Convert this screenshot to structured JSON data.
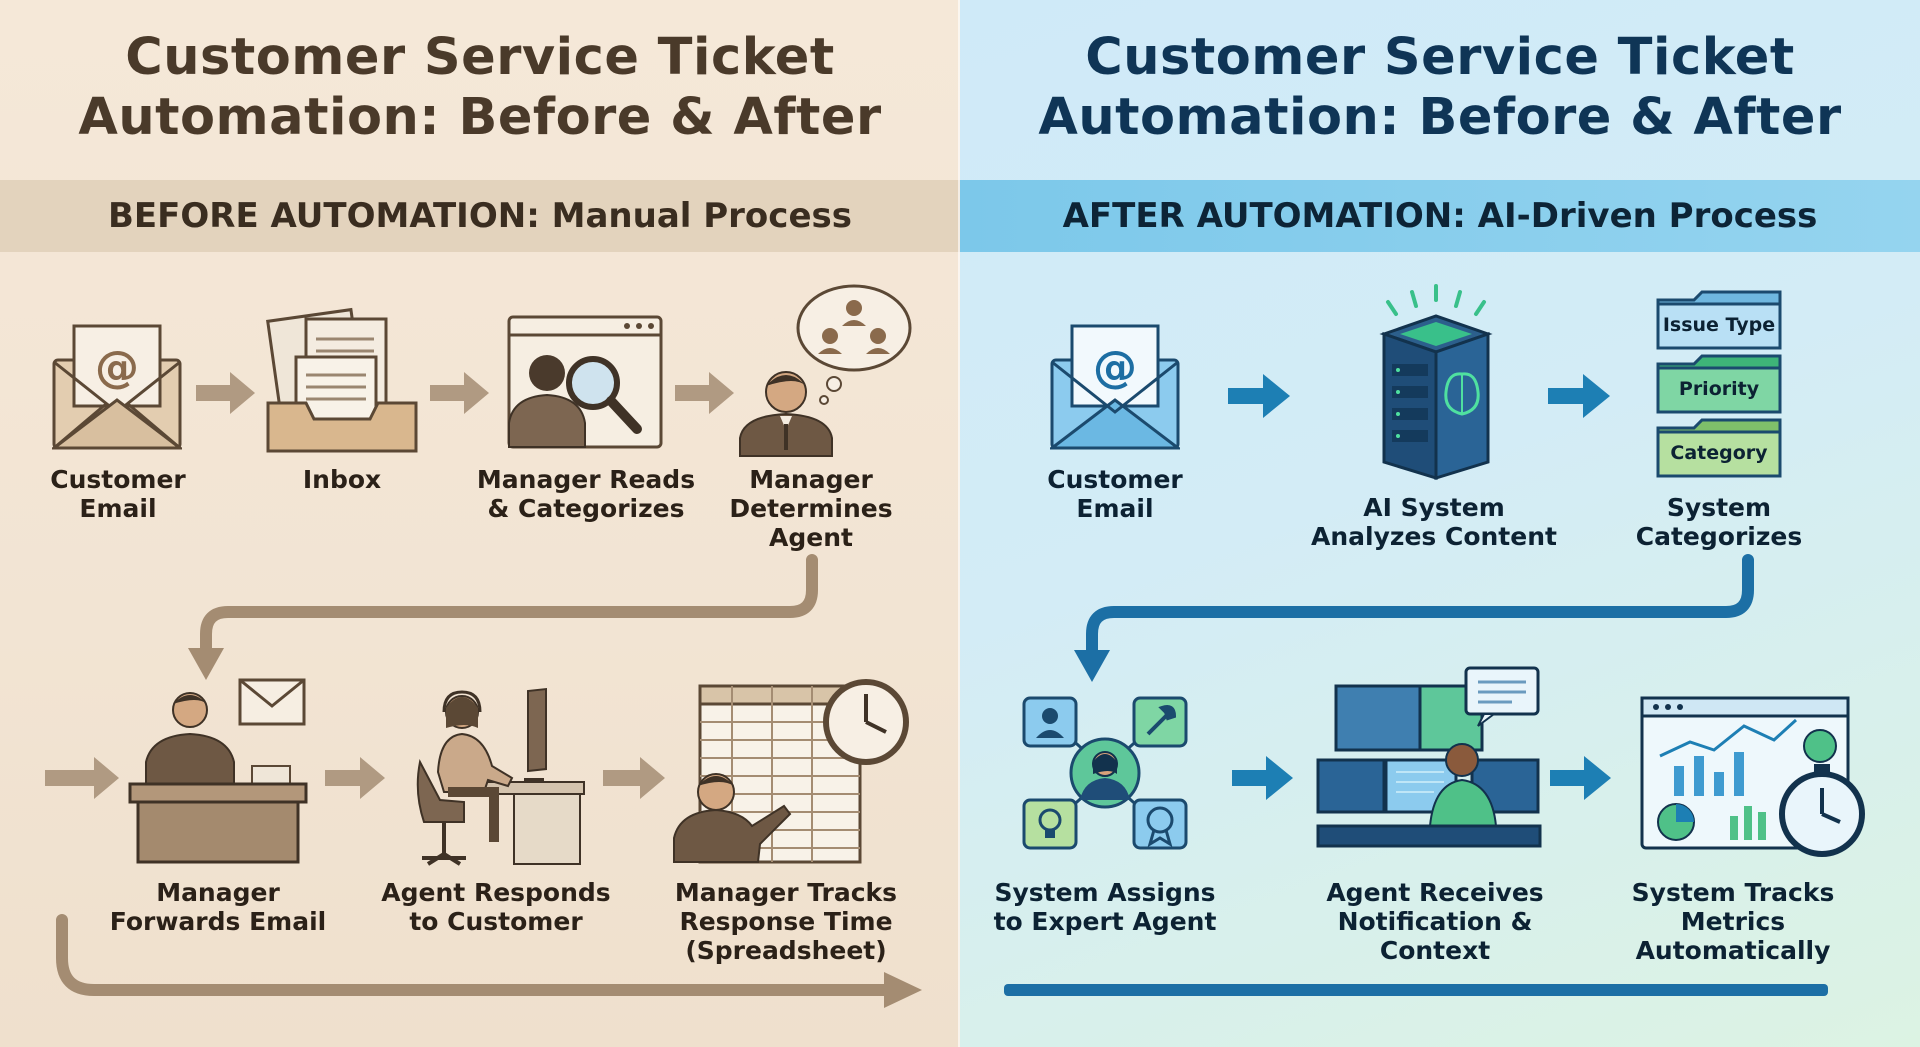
{
  "before": {
    "title_line1": "Customer Service Ticket",
    "title_line2": "Automation: Before & After",
    "banner": "BEFORE AUTOMATION: Manual Process",
    "steps": [
      {
        "label_lines": [
          "Customer",
          "Email"
        ],
        "icon": "envelope-icon"
      },
      {
        "label_lines": [
          "Inbox"
        ],
        "icon": "inbox-tray-icon"
      },
      {
        "label_lines": [
          "Manager Reads",
          "& Categorizes"
        ],
        "icon": "magnifier-icon"
      },
      {
        "label_lines": [
          "Manager",
          "Determines",
          "Agent"
        ],
        "icon": "thought-bubble-icon"
      },
      {
        "label_lines": [
          "Manager",
          "Forwards Email"
        ],
        "icon": "desk-manager-icon"
      },
      {
        "label_lines": [
          "Agent Responds",
          "to Customer"
        ],
        "icon": "agent-headset-icon"
      },
      {
        "label_lines": [
          "Manager Tracks",
          "Response Time",
          "(Spreadsheet)"
        ],
        "icon": "spreadsheet-clock-icon"
      }
    ],
    "colors": {
      "arrow": "#b09a82",
      "line": "#a48c72",
      "icon_stroke": "#3f3226"
    }
  },
  "after": {
    "title_line1": "Customer Service Ticket",
    "title_line2": "Automation: Before & After",
    "banner": "AFTER AUTOMATION: AI-Driven Process",
    "steps": [
      {
        "label_lines": [
          "Customer",
          "Email"
        ],
        "icon": "envelope-icon"
      },
      {
        "label_lines": [
          "AI System",
          "Analyzes Content"
        ],
        "icon": "ai-server-icon"
      },
      {
        "label_lines": [
          "System",
          "Categorizes"
        ],
        "icon": "folders-icon"
      },
      {
        "label_lines": [
          "System Assigns",
          "to Expert Agent"
        ],
        "icon": "expert-network-icon"
      },
      {
        "label_lines": [
          "Agent Receives",
          "Notification & Context"
        ],
        "icon": "multi-monitor-icon"
      },
      {
        "label_lines": [
          "System Tracks",
          "Metrics Automatically"
        ],
        "icon": "dashboard-stopwatch-icon"
      }
    ],
    "folders": [
      "Issue Type",
      "Priority",
      "Category"
    ],
    "colors": {
      "arrow": "#1d7fb4",
      "line": "#1c6fa5",
      "icon_stroke": "#12324d"
    }
  }
}
